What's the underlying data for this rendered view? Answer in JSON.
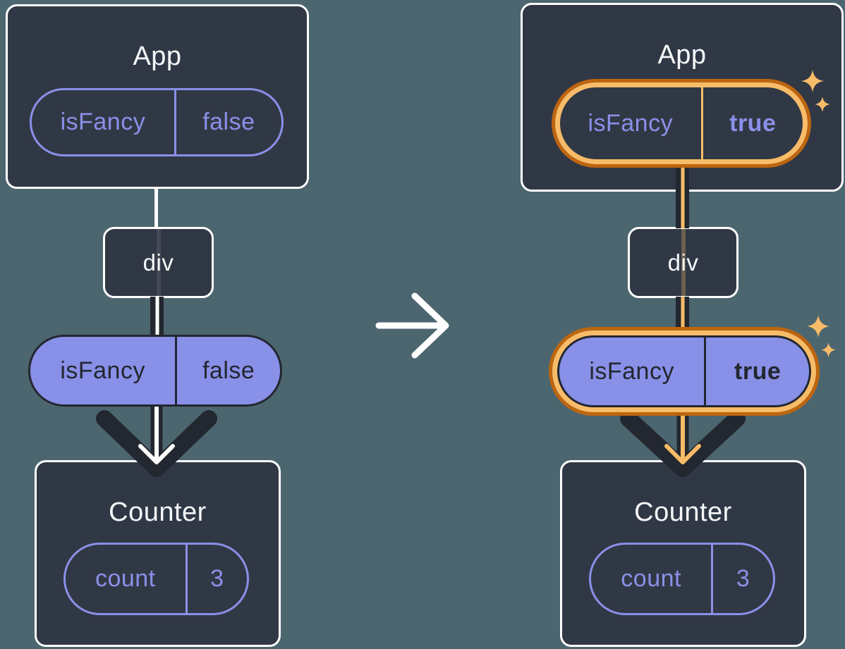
{
  "before": {
    "app": {
      "title": "App",
      "state": {
        "name": "isFancy",
        "value": "false"
      }
    },
    "div_node": {
      "label": "div"
    },
    "prop": {
      "name": "isFancy",
      "value": "false"
    },
    "counter": {
      "title": "Counter",
      "state": {
        "name": "count",
        "value": "3"
      }
    }
  },
  "after": {
    "app": {
      "title": "App",
      "state": {
        "name": "isFancy",
        "value": "true"
      }
    },
    "div_node": {
      "label": "div"
    },
    "prop": {
      "name": "isFancy",
      "value": "true"
    },
    "counter": {
      "title": "Counter",
      "state": {
        "name": "count",
        "value": "3"
      }
    }
  },
  "icons": {
    "transition": "right-arrow-icon",
    "highlight": "sparkle-icon"
  },
  "colors": {
    "background": "#4C6670",
    "node_fill": "#313845",
    "node_border": "#FFFFFF",
    "accent_purple": "#8A90E8",
    "prop_pill_fill": "#8890E8",
    "ink_dark": "#23272F",
    "highlight_orange_dark": "#BD650F",
    "highlight_orange_light": "#F8BC68",
    "text_light": "#F6F7F9"
  }
}
